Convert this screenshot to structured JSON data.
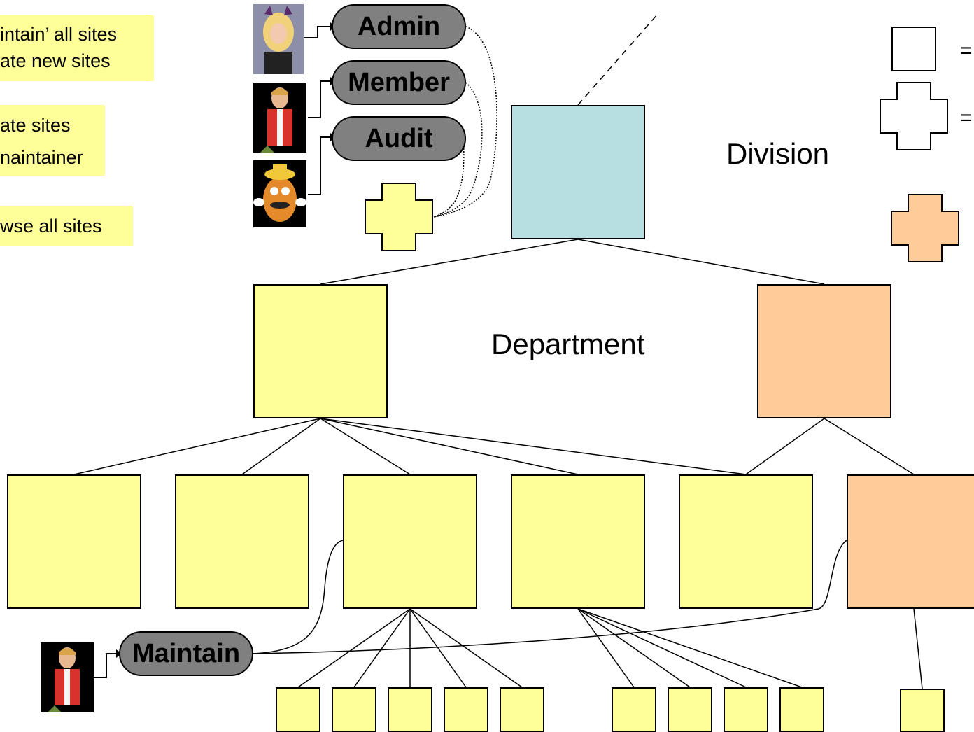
{
  "notes": {
    "admin_line1": "intain’ all sites",
    "admin_line2": "ate new sites",
    "member_line1": "ate sites",
    "member_line2": "naintainer",
    "audit_line1": "wse all sites"
  },
  "roles": {
    "admin": "Admin",
    "member": "Member",
    "audit": "Audit",
    "maintain": "Maintain"
  },
  "labels": {
    "division": "Division",
    "department": "Department"
  },
  "legend": {
    "eq1": "=",
    "eq2": "="
  },
  "colors": {
    "yellow": "#ffff99",
    "peach": "#ffcc99",
    "division_blue": "#b7dfe2",
    "role_gray": "#808080"
  },
  "icons": [
    "person-barbie-icon",
    "person-ken-icon",
    "person-potato-head-icon",
    "cross-group-icon",
    "square-site-icon"
  ]
}
